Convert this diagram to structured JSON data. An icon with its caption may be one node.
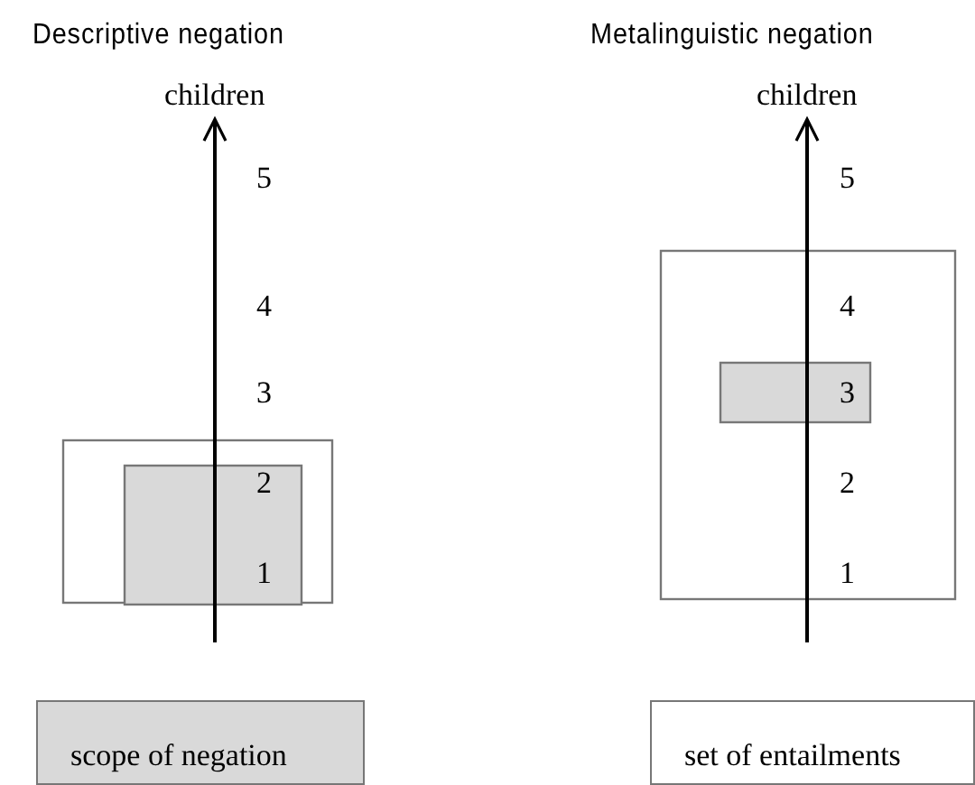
{
  "diagram": {
    "labels": [
      "Descriptive negation",
      "Metalinguistic negation",
      "children",
      "children",
      "5",
      "5",
      "4",
      "4",
      "3",
      "3",
      "2",
      "2",
      "1",
      "1"
    ],
    "legend": [
      {
        "text": "scope of negation",
        "color": "#d9d9d9"
      },
      {
        "text": "set of entailments",
        "color": "#ffffff"
      }
    ]
  }
}
